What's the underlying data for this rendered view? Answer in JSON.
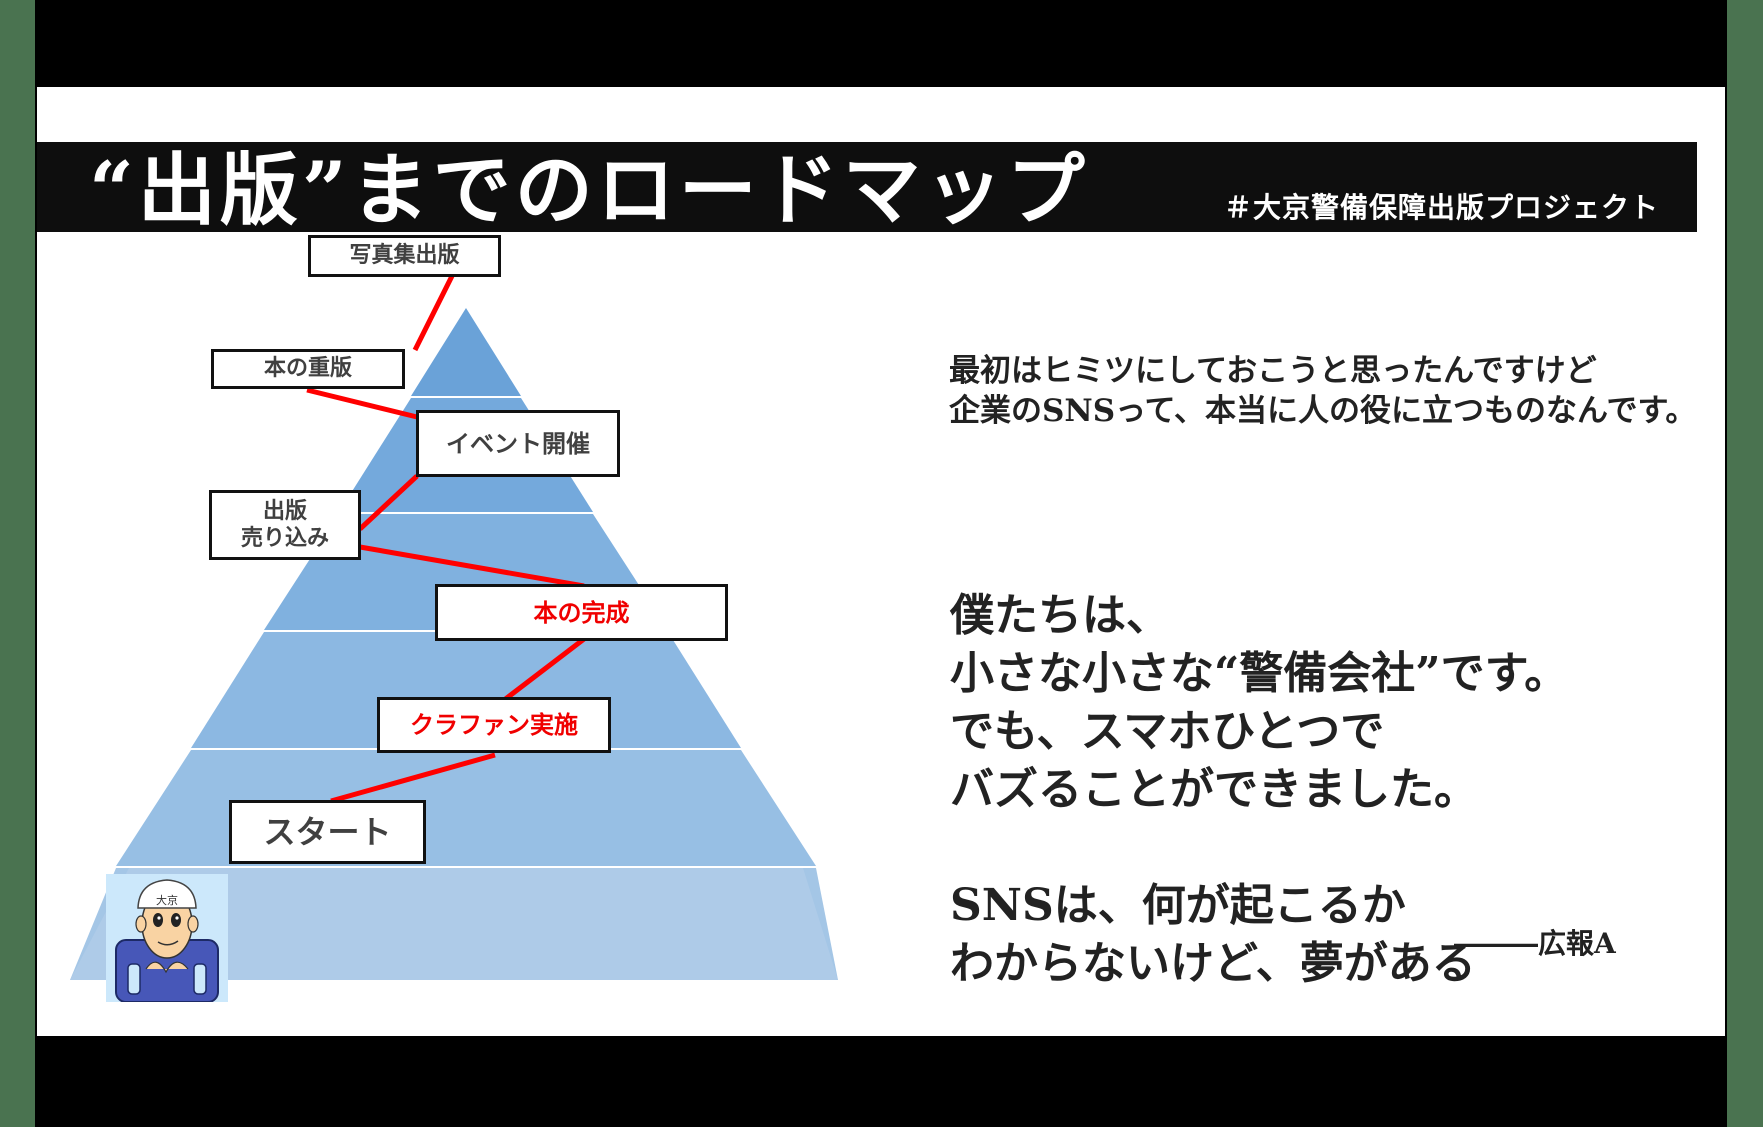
{
  "slide": {
    "title": "“出版”までのロードマップ",
    "hashtag": "＃大京警備保障出版プロジェクト"
  },
  "roadmap": {
    "steps": [
      {
        "label": "写真集出版",
        "highlight": false
      },
      {
        "label": "本の重版",
        "highlight": false
      },
      {
        "label": "イベント開催",
        "highlight": false
      },
      {
        "label_line1": "出版",
        "label_line2": "売り込み",
        "highlight": false
      },
      {
        "label": "本の完成",
        "highlight": true
      },
      {
        "label": "クラファン実施",
        "highlight": true
      },
      {
        "label": "スタート",
        "highlight": false
      }
    ],
    "mascot_helmet_text": "大京",
    "colors": {
      "connector": "#ff0000",
      "band_top": "#6aa2d8",
      "band_bottom": "#aecbe8",
      "highlight_text": "#f00000"
    }
  },
  "message": {
    "intro_lines": [
      "最初はヒミツにしておこうと思ったんですけど",
      "企業のSNSって、本当に人の役に立つものなんです。"
    ],
    "main_lines": [
      "僕たちは、",
      "小さな小さな“警備会社”です。",
      "でも、スマホひとつで",
      "バズることができました。"
    ],
    "closing_lines": [
      "SNSは、何が起こるか",
      "わからないけど、夢がある"
    ],
    "signature": "―――広報A"
  }
}
